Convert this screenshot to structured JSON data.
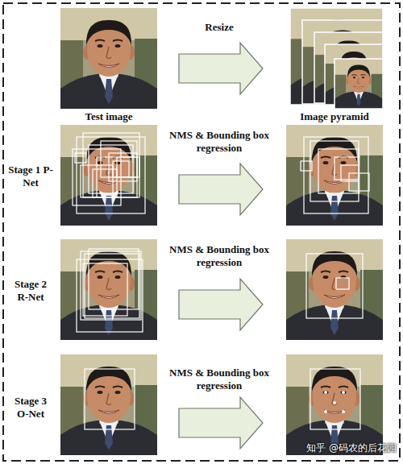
{
  "diagram": {
    "labels": [
      "Resize",
      "Test image",
      "Image pyramid",
      "NMS & Bounding box regression",
      "Stage 1 P-Net",
      "NMS & Bounding box regression",
      "Stage 2 R-Net",
      "NMS & Bounding box regression",
      "Stage 3 O-Net",
      "知乎 @码农的后花园"
    ]
  }
}
